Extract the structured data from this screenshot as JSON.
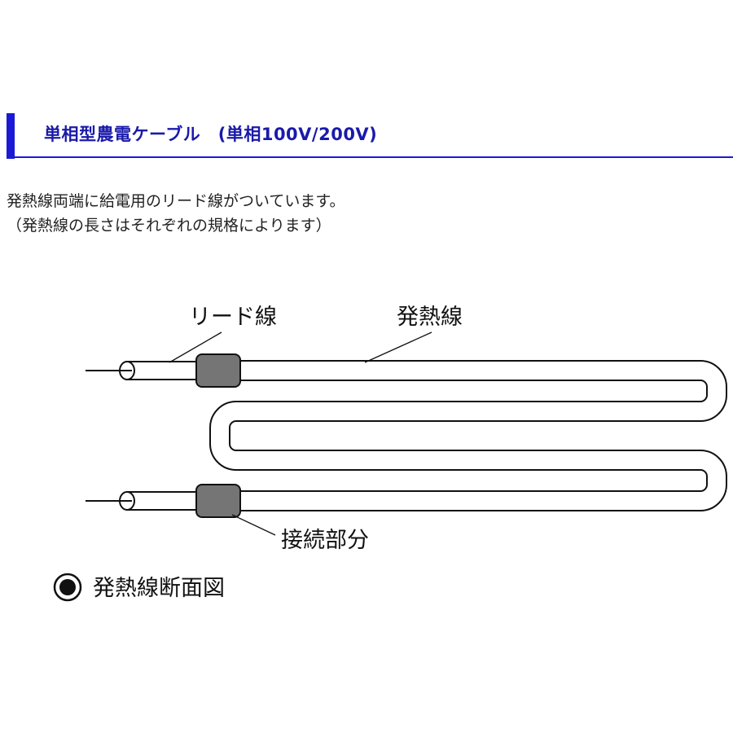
{
  "header": {
    "title": "単相型農電ケーブル　(単相100V/200V)",
    "accent_color": "#1a1ad6"
  },
  "description": {
    "line1": "発熱線両端に給電用のリード線がついています。",
    "line2": "（発熱線の長さはそれぞれの規格によります）"
  },
  "diagram": {
    "labels": {
      "lead_wire": "リード線",
      "heating_wire": "発熱線",
      "connection": "接続部分"
    },
    "legend": {
      "marker": "●",
      "text": "発熱線断面図"
    }
  }
}
